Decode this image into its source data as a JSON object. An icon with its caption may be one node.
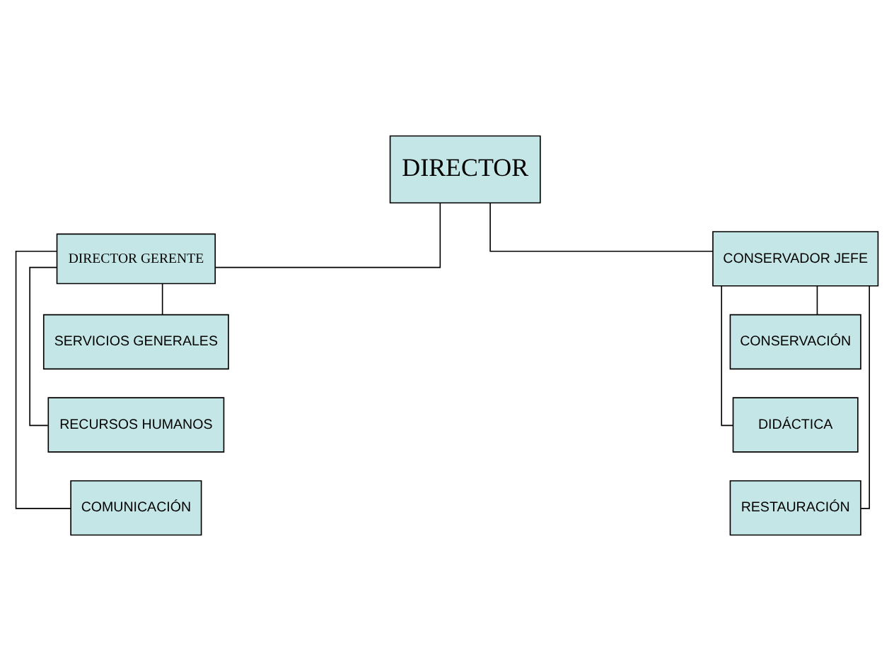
{
  "diagram": {
    "nodes": [
      {
        "text": [
          "DIRECTOR"
        ]
      },
      {
        "text": [
          "DIRECTOR GERENTE"
        ]
      },
      {
        "text": [
          "SERVICIOS GENERALES"
        ]
      },
      {
        "text": [
          "RECURSOS HUMANOS"
        ]
      },
      {
        "text": [
          "COMUNICACIÓN"
        ]
      },
      {
        "text": [
          "CONSERVADOR JEFE"
        ]
      },
      {
        "text": [
          "CONSERVACIÓN"
        ]
      },
      {
        "text": [
          "DIDÁCTICA"
        ]
      },
      {
        "text": [
          "RESTAURACIÓN"
        ]
      }
    ],
    "edges": [
      {
        "from": 0,
        "to": 1,
        "arrow": "none"
      },
      {
        "from": 0,
        "to": 5,
        "arrow": "none"
      },
      {
        "from": 1,
        "to": 2,
        "arrow": "none"
      },
      {
        "from": 1,
        "to": 3,
        "arrow": "none"
      },
      {
        "from": 1,
        "to": 4,
        "arrow": "none"
      },
      {
        "from": 5,
        "to": 6,
        "arrow": "none"
      },
      {
        "from": 5,
        "to": 7,
        "arrow": "none"
      },
      {
        "from": 5,
        "to": 8,
        "arrow": "none"
      }
    ]
  }
}
